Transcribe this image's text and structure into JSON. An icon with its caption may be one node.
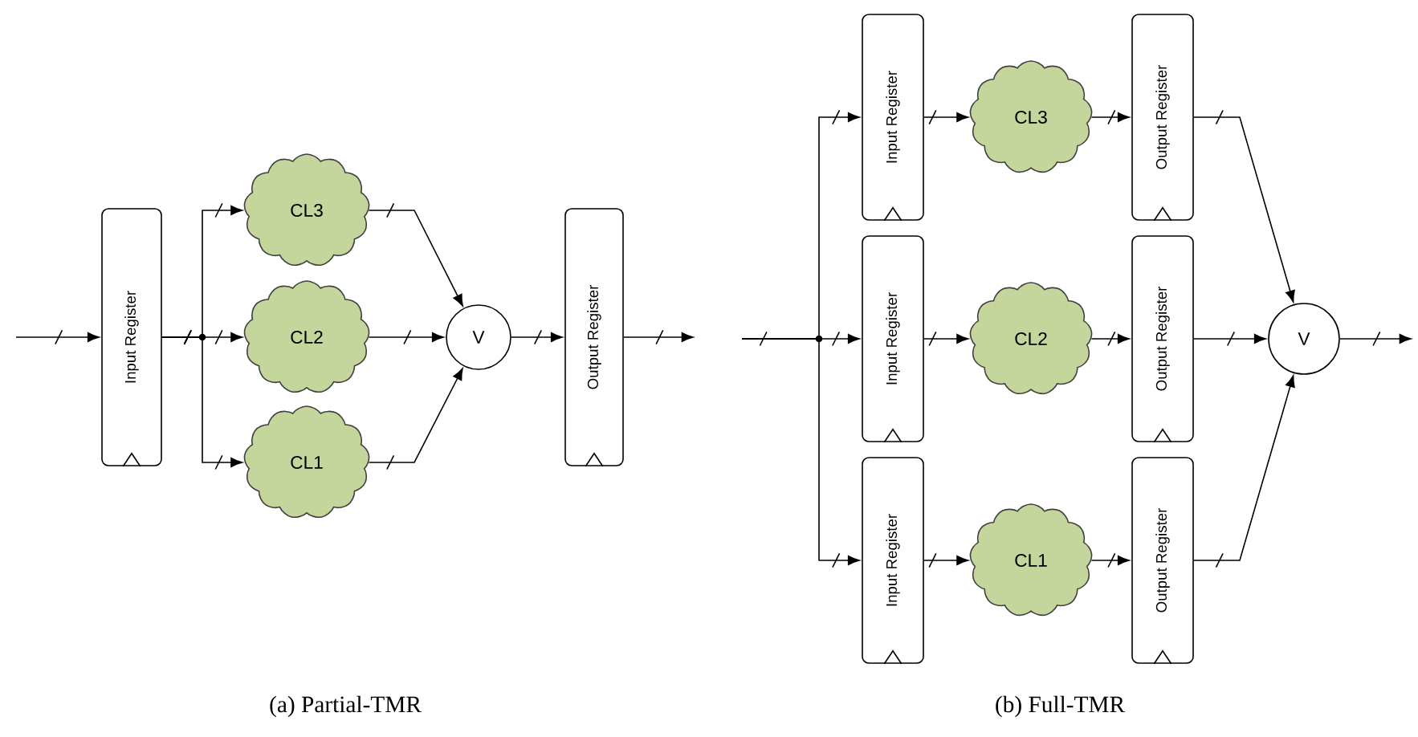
{
  "diagram": {
    "nodes": [
      {
        "text": [
          "Input Register"
        ]
      },
      {
        "text": [
          "CL3"
        ]
      },
      {
        "text": [
          "CL2"
        ]
      },
      {
        "text": [
          "CL1"
        ]
      },
      {
        "text": [
          "V"
        ]
      },
      {
        "text": [
          "Output Register"
        ]
      },
      {
        "text": [
          "Input Register"
        ]
      },
      {
        "text": [
          "Input Register"
        ]
      },
      {
        "text": [
          "Input Register"
        ]
      },
      {
        "text": [
          "CL3"
        ]
      },
      {
        "text": [
          "CL2"
        ]
      },
      {
        "text": [
          "CL1"
        ]
      },
      {
        "text": [
          "Output Register"
        ]
      },
      {
        "text": [
          "Output Register"
        ]
      },
      {
        "text": [
          "Output Register"
        ]
      },
      {
        "text": [
          "V"
        ]
      }
    ],
    "edges": [
      {
        "from": null,
        "to": 0,
        "arrow": "to"
      },
      {
        "from": 0,
        "to": 1,
        "arrow": "to"
      },
      {
        "from": 0,
        "to": 2,
        "arrow": "to"
      },
      {
        "from": 0,
        "to": 3,
        "arrow": "to"
      },
      {
        "from": 1,
        "to": 4,
        "arrow": "to"
      },
      {
        "from": 2,
        "to": 4,
        "arrow": "to"
      },
      {
        "from": 3,
        "to": 4,
        "arrow": "to"
      },
      {
        "from": 4,
        "to": 5,
        "arrow": "to"
      },
      {
        "from": 5,
        "to": null,
        "arrow": "to"
      },
      {
        "from": null,
        "to": 6,
        "arrow": "to"
      },
      {
        "from": null,
        "to": 7,
        "arrow": "to"
      },
      {
        "from": null,
        "to": 8,
        "arrow": "to"
      },
      {
        "from": 6,
        "to": 9,
        "arrow": "to"
      },
      {
        "from": 7,
        "to": 10,
        "arrow": "to"
      },
      {
        "from": 8,
        "to": 11,
        "arrow": "to"
      },
      {
        "from": 9,
        "to": 12,
        "arrow": "to"
      },
      {
        "from": 10,
        "to": 13,
        "arrow": "to"
      },
      {
        "from": 11,
        "to": 14,
        "arrow": "to"
      },
      {
        "from": 12,
        "to": 15,
        "arrow": "to"
      },
      {
        "from": 13,
        "to": 15,
        "arrow": "to"
      },
      {
        "from": 14,
        "to": 15,
        "arrow": "to"
      },
      {
        "from": 15,
        "to": null,
        "arrow": "to"
      }
    ],
    "labels": [
      "(a) Partial-TMR",
      "(b) Full-TMR"
    ]
  }
}
